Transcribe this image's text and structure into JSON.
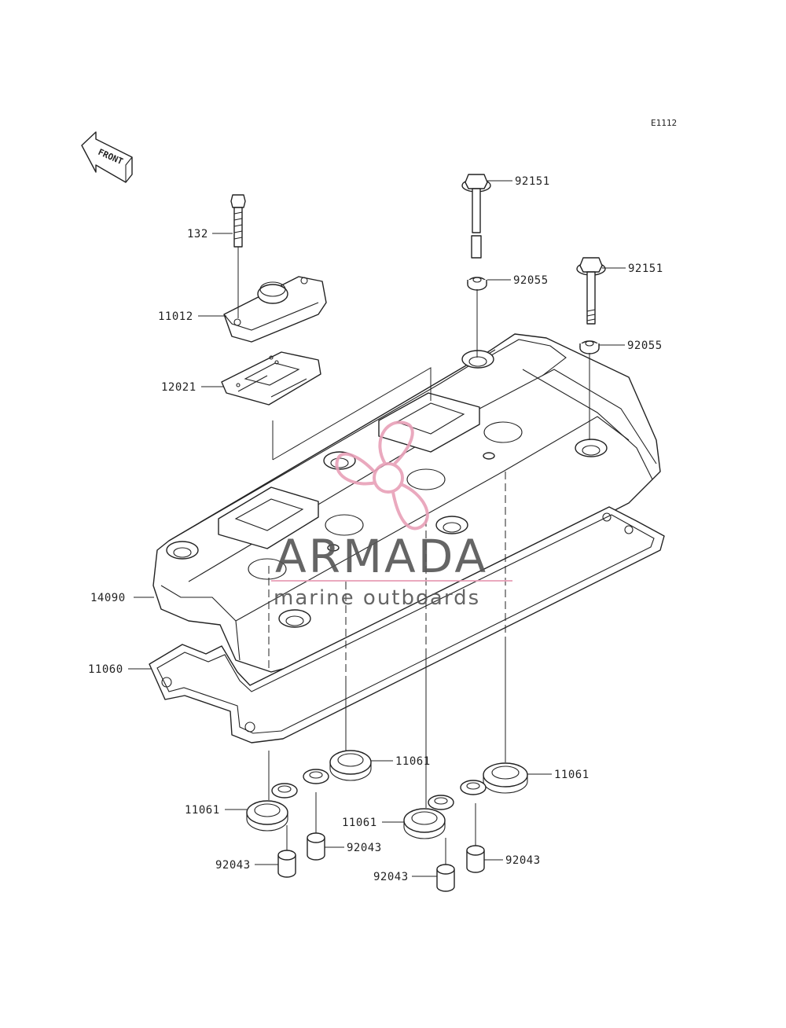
{
  "diagram_id": "E1112",
  "front_label": "FRONT",
  "watermark": {
    "brand": "ARMADA",
    "tagline": "marine outboards",
    "accent_color": "#e8a0b8"
  },
  "callouts": {
    "c132": "132",
    "c11012": "11012",
    "c12021": "12021",
    "c14090": "14090",
    "c11060": "11060",
    "c92151a": "92151",
    "c92055a": "92055",
    "c92151b": "92151",
    "c92055b": "92055",
    "c11061a": "11061",
    "c11061b": "11061",
    "c11061c": "11061",
    "c11061d": "11061",
    "c92043a": "92043",
    "c92043b": "92043",
    "c92043c": "92043",
    "c92043d": "92043"
  }
}
